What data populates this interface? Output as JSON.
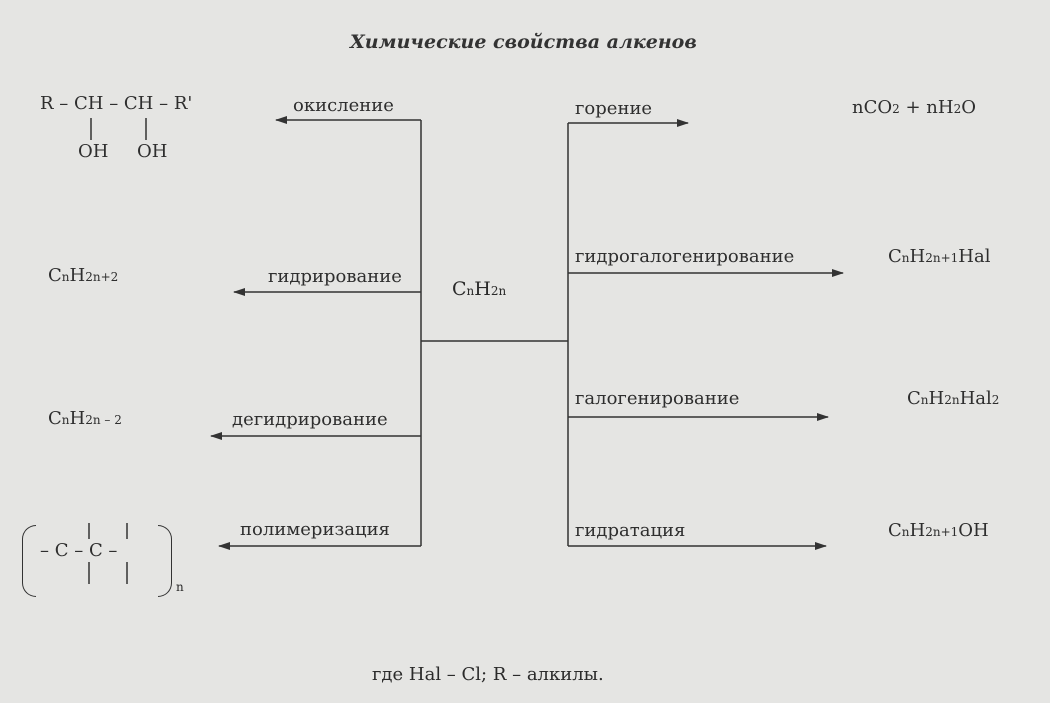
{
  "title": "Химические свойства алкенов",
  "center_formula": {
    "c": "C",
    "n1": "n",
    "h": "H",
    "n2": "2n"
  },
  "left_reactions": [
    {
      "label": "окисление"
    },
    {
      "label": "гидрирование"
    },
    {
      "label": "дегидрирование"
    },
    {
      "label": "полимеризация"
    }
  ],
  "right_reactions": [
    {
      "label": "горение"
    },
    {
      "label": "гидрогалогенирование"
    },
    {
      "label": "галогенирование"
    },
    {
      "label": "гидратация"
    }
  ],
  "diol": {
    "chain": "R – CH – CH – R'",
    "oh1": "OH",
    "oh2": "OH"
  },
  "products_left": {
    "hydrogenation": {
      "c": "C",
      "n": "n",
      "h": "H",
      "sub": "2n+2"
    },
    "dehydrogenation": {
      "c": "C",
      "n": "n",
      "h": "H",
      "sub": "2n – 2"
    },
    "polymer": {
      "chain": "– C – C –",
      "n": "n"
    }
  },
  "products_right": {
    "combustion": {
      "a": "nCO",
      "a_sub": "2",
      "plus": "+ nH",
      "b_sub": "2",
      "b_tail": "O"
    },
    "hydrohalogenation": {
      "c": "C",
      "n": "n",
      "h": "H",
      "sub": "2n+1",
      "tail": "Hal"
    },
    "halogenation": {
      "c": "C",
      "n": "n",
      "h": "H",
      "sub": "2n",
      "tail": "Hal",
      "tail_sub": "2"
    },
    "hydration": {
      "c": "C",
      "n": "n",
      "h": "H",
      "sub": "2n+1",
      "tail": "OH"
    }
  },
  "footnote": "где Hal – Cl; R – алкилы."
}
